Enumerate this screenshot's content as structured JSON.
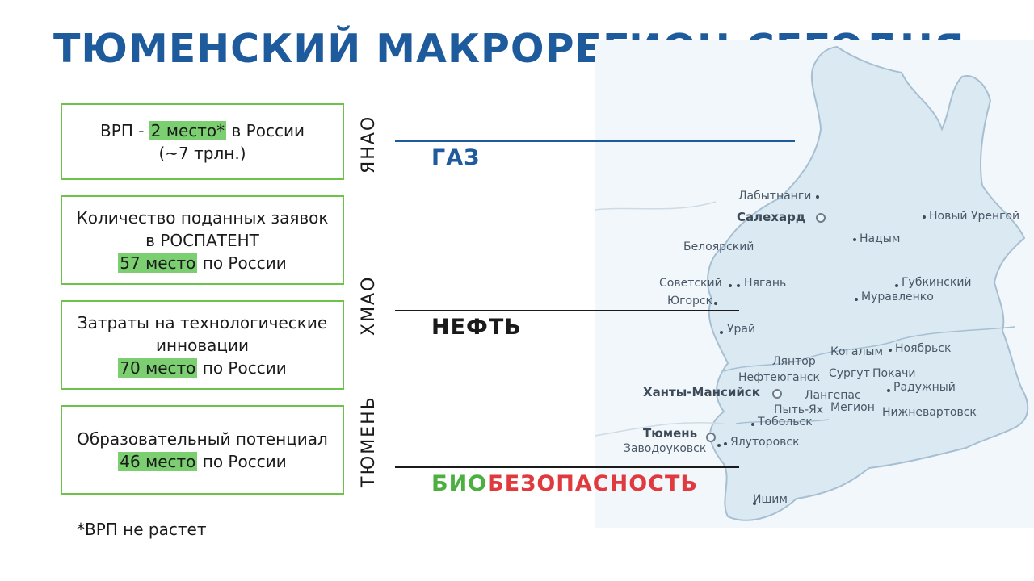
{
  "title": "ТЮМЕНСКИЙ МАКРОРЕГИОН СЕГОДНЯ",
  "colors": {
    "title": "#1e5b9d",
    "card_border": "#6cc24a",
    "highlight": "#7ccf71",
    "gas": "#1e5b9d",
    "bio": "#4caf3f",
    "safety": "#e03a3e"
  },
  "cards": [
    {
      "before": "ВРП - ",
      "highlight": "2 место*",
      "after": " в России",
      "line2": "(~7 трлн.)"
    },
    {
      "line1": "Количество поданных заявок",
      "line2": "в РОСПАТЕНТ",
      "highlight": "57 место",
      "after": " по России"
    },
    {
      "line1": "Затраты на технологические",
      "line2": "инновации",
      "highlight": "70 место",
      "after": " по России"
    },
    {
      "line1": "Образовательный потенциал",
      "highlight": "46 место",
      "after": " по России"
    }
  ],
  "regions": [
    {
      "label": "ЯНАО",
      "resource": "ГАЗ"
    },
    {
      "label": "ХМАО",
      "resource": "НЕФТЬ"
    },
    {
      "label": "ТЮМЕНЬ",
      "resource_part1": "БИО",
      "resource_part2": "БЕЗОПАСНОСТЬ"
    }
  ],
  "footnote": "*ВРП не растет",
  "map_labels": {
    "labytnangi": "Лабытнанги",
    "salekhard": "Салехард",
    "novy_urengoy": "Новый Уренгой",
    "nadym": "Надым",
    "beloyarsky": "Белоярский",
    "sovetsky": "Советский",
    "nyagan": "Нягань",
    "gubkinsky": "Губкинский",
    "yugorsk": "Югорск",
    "muravlenko": "Муравленко",
    "uray": "Урай",
    "noyabrsk": "Ноябрьск",
    "lyantor": "Лянтор",
    "kogalym": "Когалым",
    "nefteyugansk": "Нефтеюганск",
    "surgut": "Сургут",
    "pokachi": "Покачи",
    "khanty_mansiysk": "Ханты-Мансийск",
    "langepas": "Лангепас",
    "raduzhny": "Радужный",
    "pyt_yakh": "Пыть-Ях",
    "megion": "Мегион",
    "nizhnevartovsk": "Нижневартовск",
    "tobolsk": "Тобольск",
    "tyumen": "Тюмень",
    "zavodoukovsk": "Заводоуковск",
    "yalutorovsk": "Ялуторовск",
    "ishim": "Ишим"
  }
}
